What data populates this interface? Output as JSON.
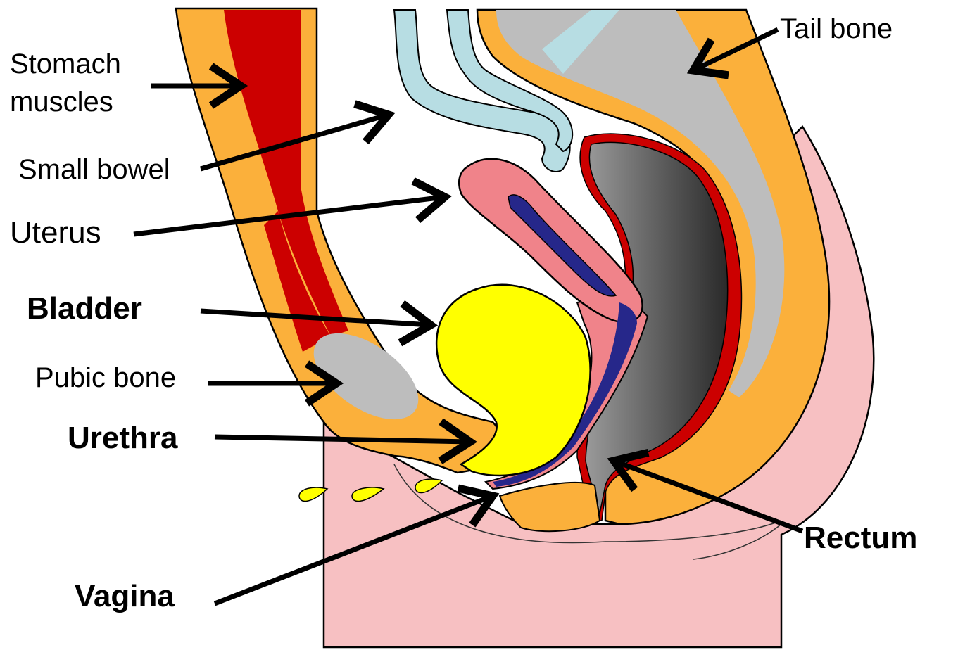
{
  "labels": {
    "stomach_muscles_1": "Stomach",
    "stomach_muscles_2": "muscles",
    "small_bowel": "Small bowel",
    "uterus": "Uterus",
    "bladder": "Bladder",
    "pubic_bone": "Pubic bone",
    "urethra": "Urethra",
    "vagina": "Vagina",
    "tail_bone": "Tail bone",
    "rectum": "Rectum"
  },
  "colors": {
    "tissue_orange": "#fbb03b",
    "muscle_red": "#cc0000",
    "bone_gray": "#bdbdbd",
    "bowel_lightblue": "#b7dde3",
    "uterus_pink": "#f0838a",
    "cavity_navy": "#26278a",
    "bladder_yellow": "#ffff00",
    "rectum_dark": "#555555",
    "skin_pink": "#f7c0c2",
    "arrow_black": "#000000"
  }
}
